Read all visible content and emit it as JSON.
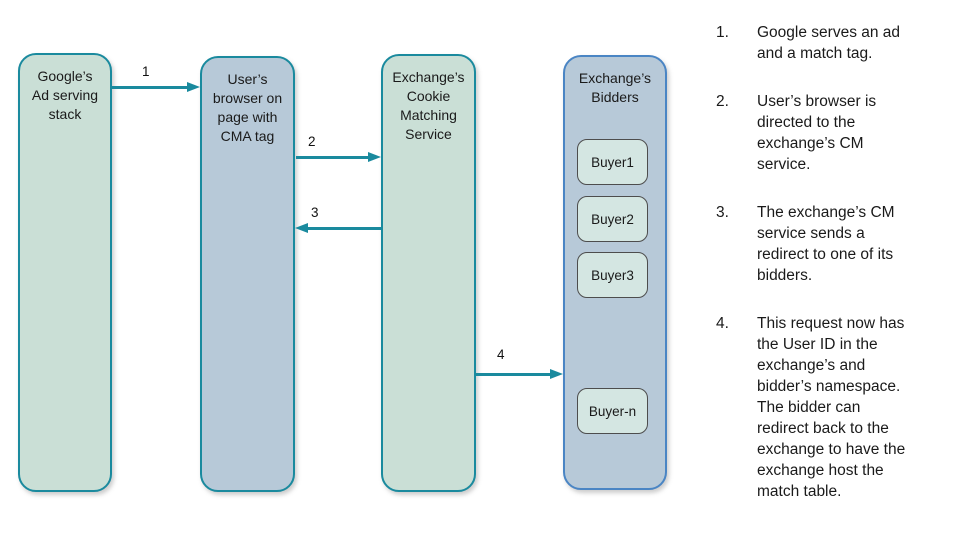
{
  "colors": {
    "node_border_teal": "#1a8a9e",
    "node_fill_green": "#cadfd6",
    "node_fill_blue": "#b7c9d8",
    "bidders_border_blue": "#4a85c4",
    "buyer_fill": "#d4e6e2",
    "buyer_border": "#4d4d4d",
    "arrow": "#1a8a9e",
    "text": "#1a1a1a"
  },
  "diagram": {
    "nodes": [
      {
        "label": "Google’s\nAd serving\nstack"
      },
      {
        "label": "User’s\nbrowser on\npage with\nCMA tag"
      },
      {
        "label": "Exchange’s\nCookie\nMatching\nService"
      },
      {
        "label": "Exchange’s\nBidders"
      }
    ],
    "buyers": [
      "Buyer1",
      "Buyer2",
      "Buyer3",
      "Buyer-n"
    ],
    "arrows": [
      {
        "label": "1"
      },
      {
        "label": "2"
      },
      {
        "label": "3"
      },
      {
        "label": "4"
      }
    ]
  },
  "steps": [
    {
      "num": "1.",
      "text": "Google serves an ad\nand a match tag."
    },
    {
      "num": "2.",
      "text": "User’s browser is\ndirected to the\nexchange’s CM\nservice."
    },
    {
      "num": "3.",
      "text": "The exchange’s CM\nservice sends a\nredirect to one of its\nbidders."
    },
    {
      "num": "4.",
      "text": "This request now has\nthe User ID in the\nexchange’s and\nbidder’s namespace.\nThe bidder can\nredirect back to the\nexchange to have the\nexchange host the\nmatch table."
    }
  ]
}
